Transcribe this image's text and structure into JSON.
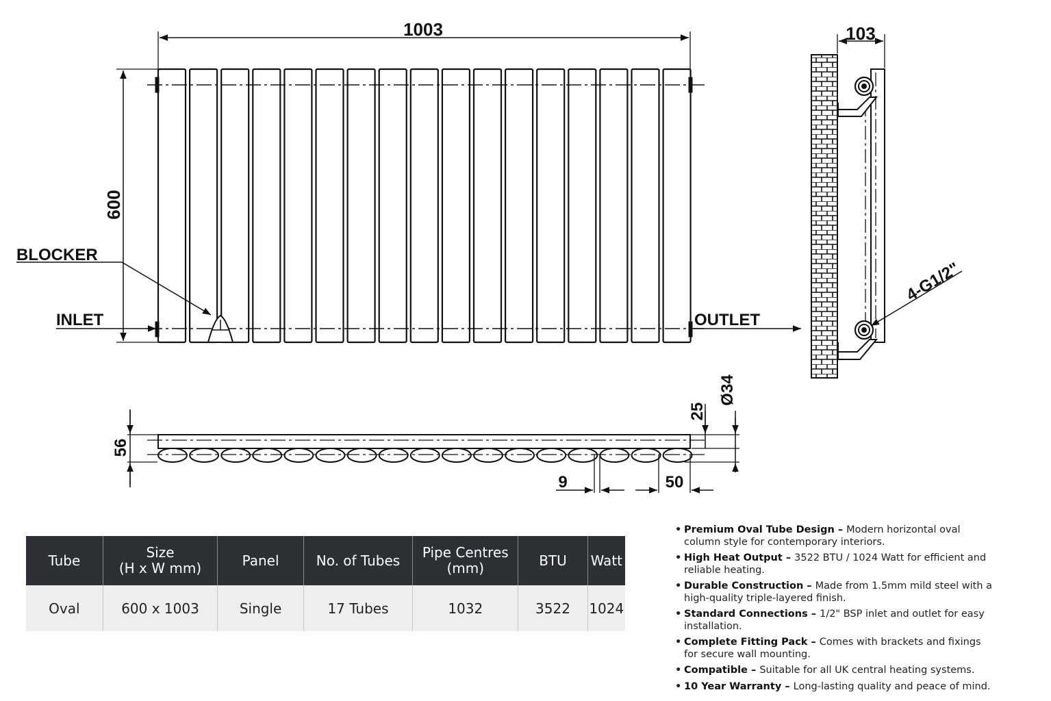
{
  "diagram": {
    "dims": {
      "width": "1003",
      "height": "600",
      "depth": "103",
      "depth_total": "56",
      "offset_25": "25",
      "diameter": "Ø34",
      "gap": "9",
      "tube_width": "50"
    },
    "labels": {
      "blocker": "BLOCKER",
      "inlet": "INLET",
      "outlet": "OUTLET",
      "connection": "4-G1/2\""
    }
  },
  "table": {
    "headers": [
      [
        "Tube"
      ],
      [
        "Size",
        "(H x W mm)"
      ],
      [
        "Panel"
      ],
      [
        "No. of Tubes"
      ],
      [
        "Pipe Centres",
        "(mm)"
      ],
      [
        "BTU"
      ],
      [
        "Watt"
      ]
    ],
    "row": [
      "Oval",
      "600 x 1003",
      "Single",
      "17 Tubes",
      "1032",
      "3522",
      "1024"
    ]
  },
  "features": [
    {
      "title": "Premium Oval Tube Design",
      "sep": " – ",
      "text": "Modern horizontal oval column style for contemporary interiors."
    },
    {
      "title": "High Heat Output",
      "sep": " – ",
      "text": "3522 BTU / 1024 Watt for efficient and reliable heating."
    },
    {
      "title": "Durable Construction",
      "sep": " – ",
      "text": "Made from 1.5mm mild steel with a high-quality triple-layered finish."
    },
    {
      "title": "Standard Connections",
      "sep": " – ",
      "text": "1/2\" BSP inlet and outlet for easy installation."
    },
    {
      "title": "Complete Fitting Pack",
      "sep": " – ",
      "text": "Comes with brackets and fixings for secure wall mounting."
    },
    {
      "title": "Compatible",
      "sep": " – ",
      "text": "Suitable for all UK central heating systems."
    },
    {
      "title": "10 Year Warranty",
      "sep": " – ",
      "text": "Long-lasting quality and peace of mind."
    }
  ]
}
